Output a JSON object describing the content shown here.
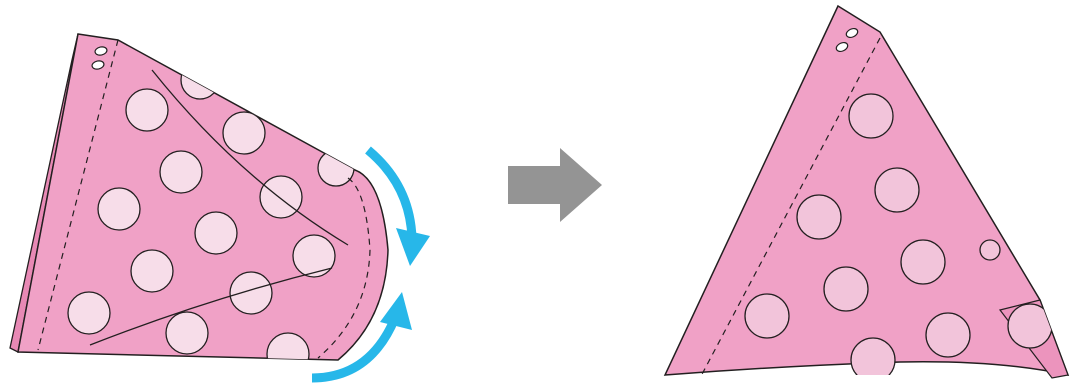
{
  "diagram": {
    "steps": [
      {
        "id": "step-1",
        "state": "fabric cone with fold arrows"
      },
      {
        "id": "step-2",
        "state": "finished cone"
      }
    ],
    "colors": {
      "fabric": "#f0a1c6",
      "fabric_edge": "#e889b5",
      "dot_left": "#f7dde9",
      "dot_right": "#f2c4da",
      "outline": "#231f20",
      "fold_arrow": "#27b7e9",
      "transition_arrow": "#949494",
      "background": "#ffffff"
    },
    "icons": [
      "curved-arrow-icon",
      "transition-arrow-icon",
      "hole-icon"
    ]
  }
}
